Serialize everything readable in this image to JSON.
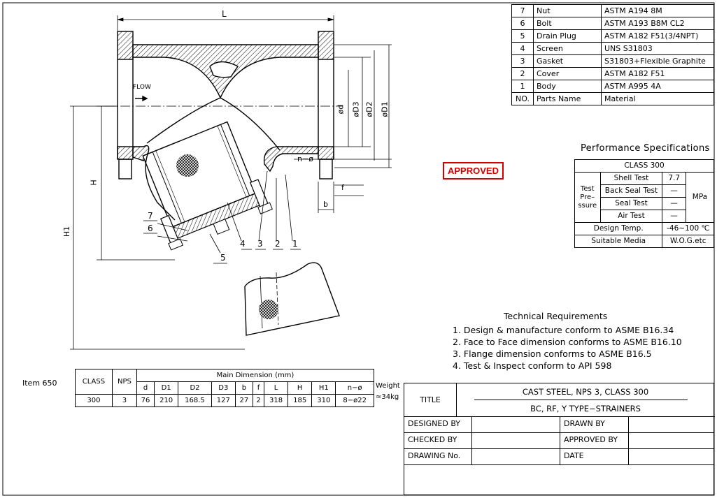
{
  "drawing_labels": {
    "flow": "FLOW",
    "dim_L": "L",
    "dim_H": "H",
    "dim_H1": "H1",
    "dim_d": "ød",
    "dim_D3": "øD3",
    "dim_D2": "øD2",
    "dim_D1": "øD1",
    "dim_n_phi": "n−ø",
    "dim_f": "f",
    "dim_b": "b",
    "balloons": [
      "1",
      "2",
      "3",
      "4",
      "5",
      "6",
      "7"
    ]
  },
  "parts_table": {
    "header": {
      "no": "NO.",
      "name": "Parts Name",
      "material": "Material"
    },
    "rows": [
      {
        "no": "7",
        "name": "Nut",
        "material": "ASTM A194 8M"
      },
      {
        "no": "6",
        "name": "Bolt",
        "material": "ASTM A193 B8M CL2"
      },
      {
        "no": "5",
        "name": "Drain Plug",
        "material": "ASTM A182 F51(3/4NPT)"
      },
      {
        "no": "4",
        "name": "Screen",
        "material": "UNS S31803"
      },
      {
        "no": "3",
        "name": "Gasket",
        "material": "S31803+Flexible Graphite"
      },
      {
        "no": "2",
        "name": "Cover",
        "material": "ASTM A182 F51"
      },
      {
        "no": "1",
        "name": "Body",
        "material": "ASTM A995 4A"
      }
    ]
  },
  "approved_stamp": "APPROVED",
  "performance": {
    "title": "Performance Specifications",
    "class": "CLASS 300",
    "test_label": "Test Pre- ssure",
    "test_label_lines": [
      "Test",
      "Pre–",
      "ssure"
    ],
    "unit": "MPa",
    "rows": [
      {
        "name": "Shell Test",
        "value": "7.7"
      },
      {
        "name": "Back Seal Test",
        "value": "—"
      },
      {
        "name": "Seal Test",
        "value": "—"
      },
      {
        "name": "Air Test",
        "value": "—"
      }
    ],
    "design_temp_label": "Design Temp.",
    "design_temp_value": "-46~100 ℃",
    "media_label": "Suitable Media",
    "media_value": "W.O.G.etc"
  },
  "technical_requirements": {
    "title": "Technical Requirements",
    "items": [
      "1. Design & manufacture conform to ASME B16.34",
      "2. Face to Face dimension conforms to ASME B16.10",
      "3. Flange dimension conforms to ASME B16.5",
      "4. Test & Inspect conform to API 598"
    ]
  },
  "item_label": "Item 650",
  "dimensions": {
    "class_header": "CLASS",
    "nps_header": "NPS",
    "main_header": "Main Dimension (mm)",
    "columns": [
      "d",
      "D1",
      "D2",
      "D3",
      "b",
      "f",
      "L",
      "H",
      "H1",
      "n−ø"
    ],
    "weight_header": "Weight",
    "class": "300",
    "nps": "3",
    "values": [
      "76",
      "210",
      "168.5",
      "127",
      "27",
      "2",
      "318",
      "185",
      "310",
      "8−ø22"
    ],
    "weight": "≈34kg"
  },
  "title_block": {
    "title_label": "TITLE",
    "title_line1": "CAST STEEL, NPS 3, CLASS 300",
    "title_line2": "BC, RF, Y TYPE−STRAINERS",
    "designed_by": "DESIGNED BY",
    "drawn_by": "DRAWN BY",
    "checked_by": "CHECKED  BY",
    "approved_by": "APPROVED BY",
    "drawing_no": "DRAWING No.",
    "date": "DATE"
  },
  "colors": {
    "stamp": "#d40000",
    "line": "#000000"
  }
}
